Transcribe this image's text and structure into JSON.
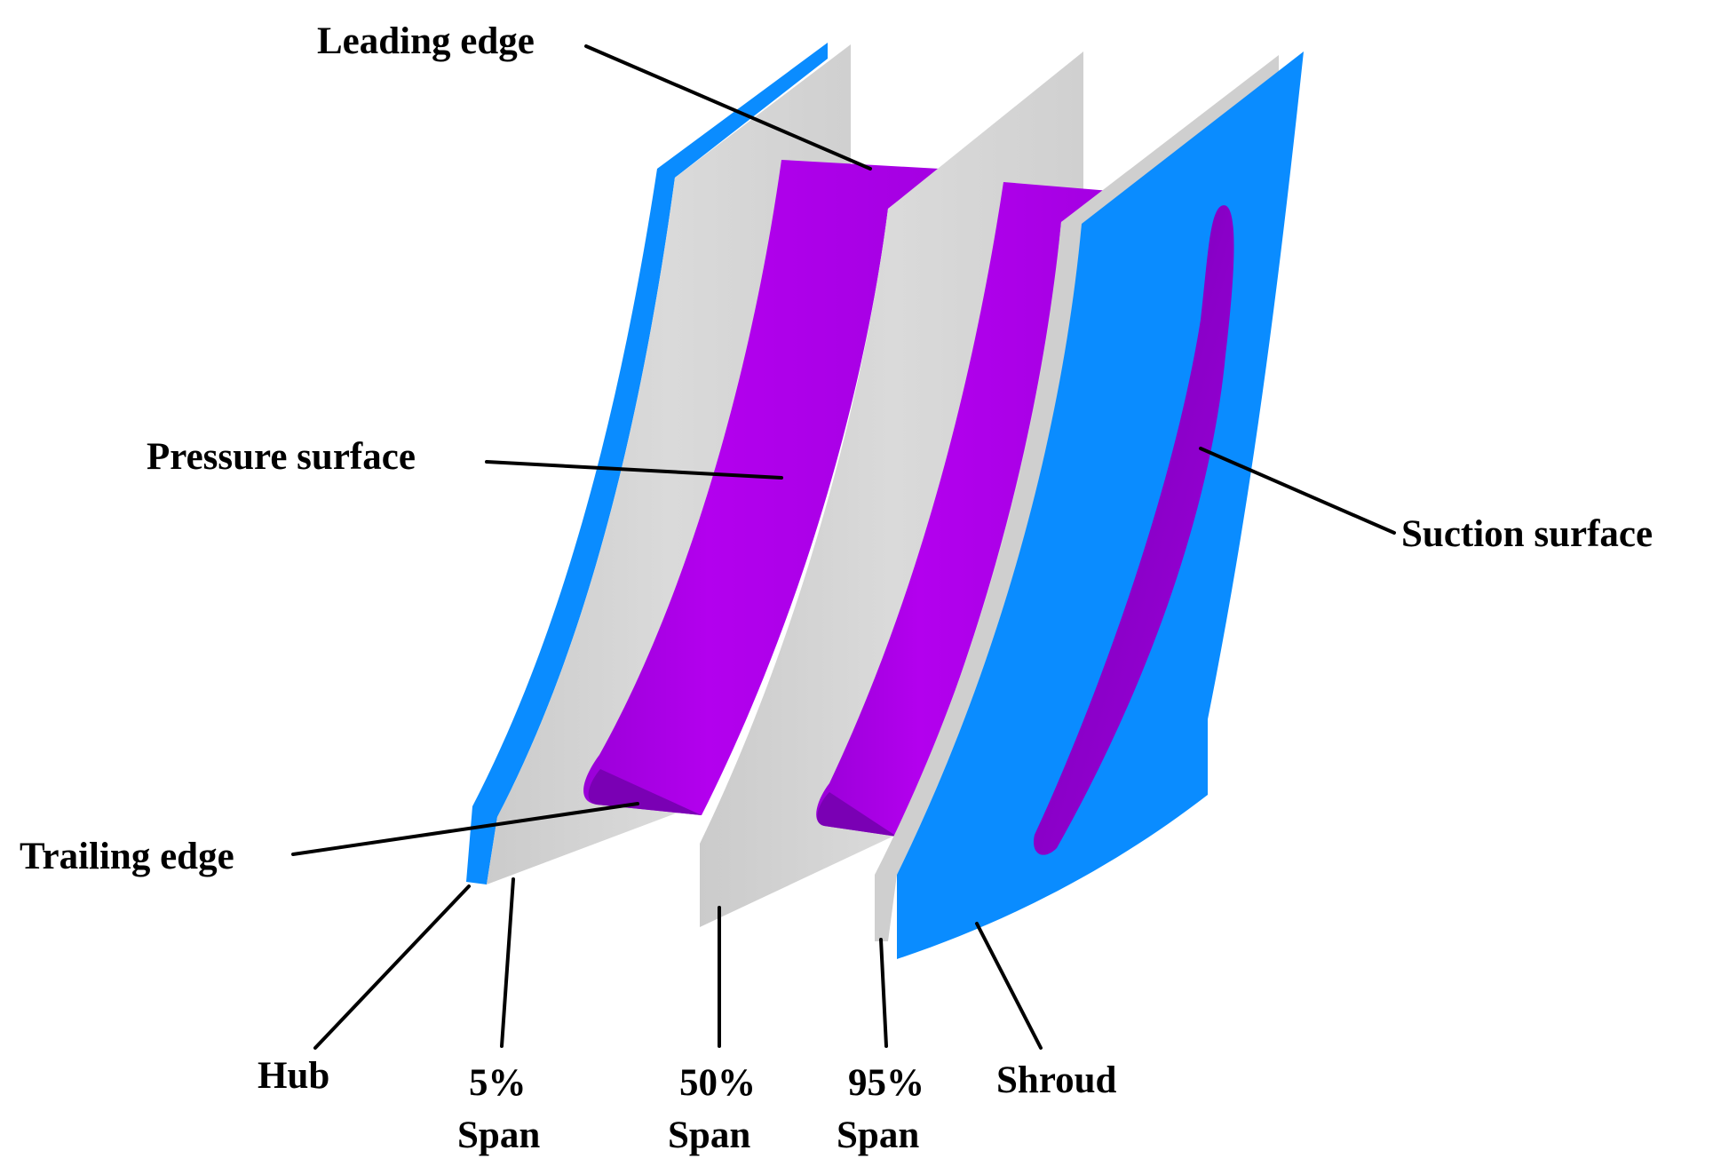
{
  "colors": {
    "blade_surface": "#b300ee",
    "blade_surface_shade": "#8a00c4",
    "span_plane": "#d3d3d3",
    "span_plane_edge": "#c2c2c2",
    "hub_shroud": "#0a8cff",
    "leader_line": "#000000"
  },
  "labels": {
    "leading_edge": "Leading edge",
    "pressure_surface": "Pressure surface",
    "suction_surface": "Suction surface",
    "trailing_edge": "Trailing edge",
    "hub": "Hub",
    "span5_pct": "5%",
    "span5_word": "Span",
    "span50_pct": "50%",
    "span50_word": "Span",
    "span95_pct": "95%",
    "span95_word": "Span",
    "shroud": "Shroud"
  }
}
